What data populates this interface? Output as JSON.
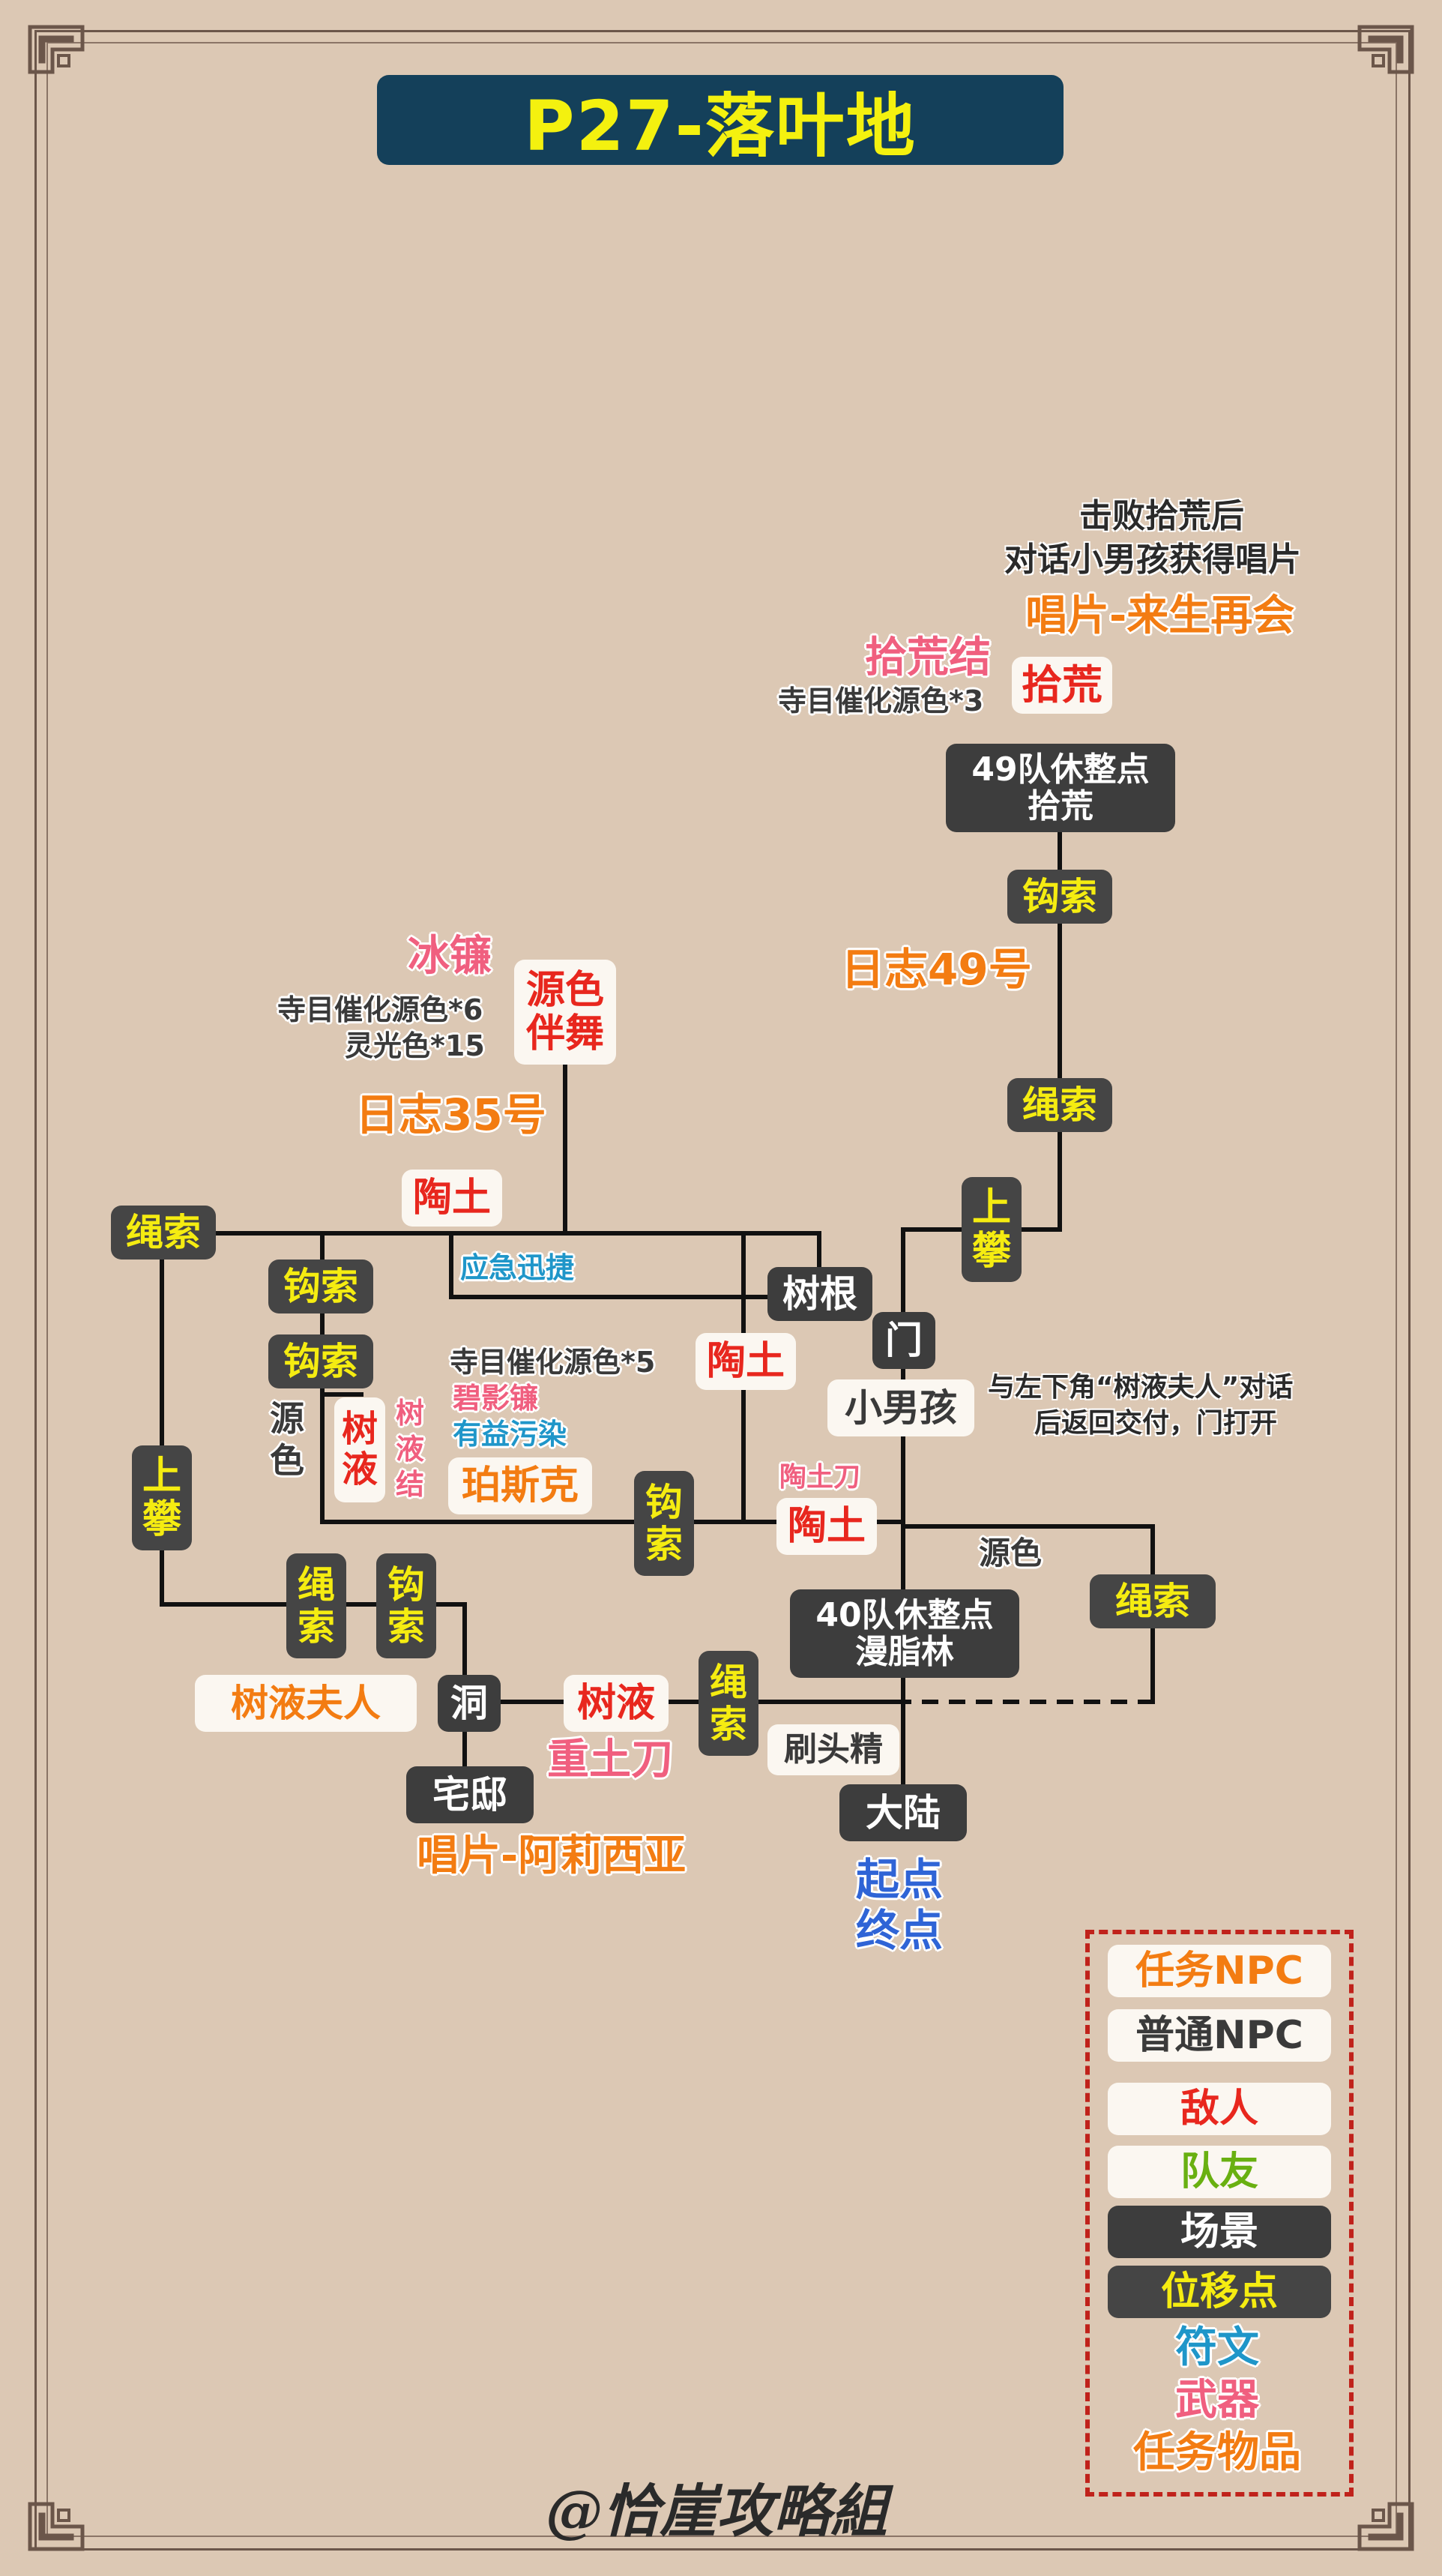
{
  "title": "P27-落叶地",
  "watermark": "@恰崖攻略組",
  "map": {
    "defeat_note_1": "击败拾荒后",
    "defeat_note_2": "对话小男孩获得唱片",
    "record_1": "唱片-来生再会",
    "scavenger_knot": "拾荒结",
    "scavenger": "拾荒",
    "cat_3": "寺目催化源色*3",
    "rest49_line1": "49队休整点",
    "rest49_line2": "拾荒",
    "hook_top": "钩索",
    "log_49": "日志49号",
    "rope_right": "绳索",
    "climb_right_1": "上",
    "climb_right_2": "攀",
    "bing_lian": "冰镰",
    "cat_6": "寺目催化源色*6",
    "spirit_15": "灵光色*15",
    "dance_1": "源色",
    "dance_2": "伴舞",
    "log_35": "日志35号",
    "clay_top": "陶土",
    "rope_left": "绳索",
    "emergency": "应急迅捷",
    "root": "树根",
    "hook_a": "钩索",
    "hook_b": "钩索",
    "cat_5": "寺目催化源色*5",
    "bi_ying_lian": "碧影镰",
    "beneficial": "有益污染",
    "clay_mid": "陶土",
    "door": "门",
    "boy": "小男孩",
    "door_note_1": "与左下角“树液夫人”对话",
    "door_note_2": "后返回交付，门打开",
    "yuan": "源",
    "se": "色",
    "sap_1": "树",
    "sap_2": "液",
    "sapknot_1": "树",
    "sapknot_2": "液",
    "sapknot_3": "结",
    "posike": "珀斯克",
    "climb_left_1": "上",
    "climb_left_2": "攀",
    "hook_mid_1": "钩",
    "hook_mid_2": "索",
    "clay_knife": "陶土刀",
    "clay_low": "陶土",
    "source_color": "源色",
    "rest40_line1": "40队休整点",
    "rest40_line2": "漫脂林",
    "rope_far_right": "绳索",
    "rope_bl_1": "绳",
    "rope_bl_2": "索",
    "hook_bl_1": "钩",
    "hook_bl_2": "索",
    "lady_sap": "树液夫人",
    "cave": "洞",
    "sap_enemy": "树液",
    "rope_low_1": "绳",
    "rope_low_2": "索",
    "brush_head": "刷头精",
    "heavy_blade": "重土刀",
    "mainland": "大陆",
    "mansion": "宅邸",
    "record_2": "唱片-阿莉西亚",
    "start": "起点",
    "end": "终点"
  },
  "legend": {
    "quest_npc": "任务NPC",
    "normal_npc": "普通NPC",
    "enemy": "敌人",
    "ally": "队友",
    "scene": "场景",
    "teleport": "位移点",
    "rune": "符文",
    "weapon": "武器",
    "quest_item": "任务物品"
  },
  "colors": {
    "background": "#dcc8b4",
    "title_bg": "#14405a",
    "title_text": "#f4f10f",
    "quest_npc": "#f37c12",
    "enemy": "#e8271e",
    "ally": "#69b011",
    "teleport": "#f5ec11",
    "rune": "#1f96c9",
    "weapon": "#f05f7f",
    "start": "#2f64d6"
  }
}
